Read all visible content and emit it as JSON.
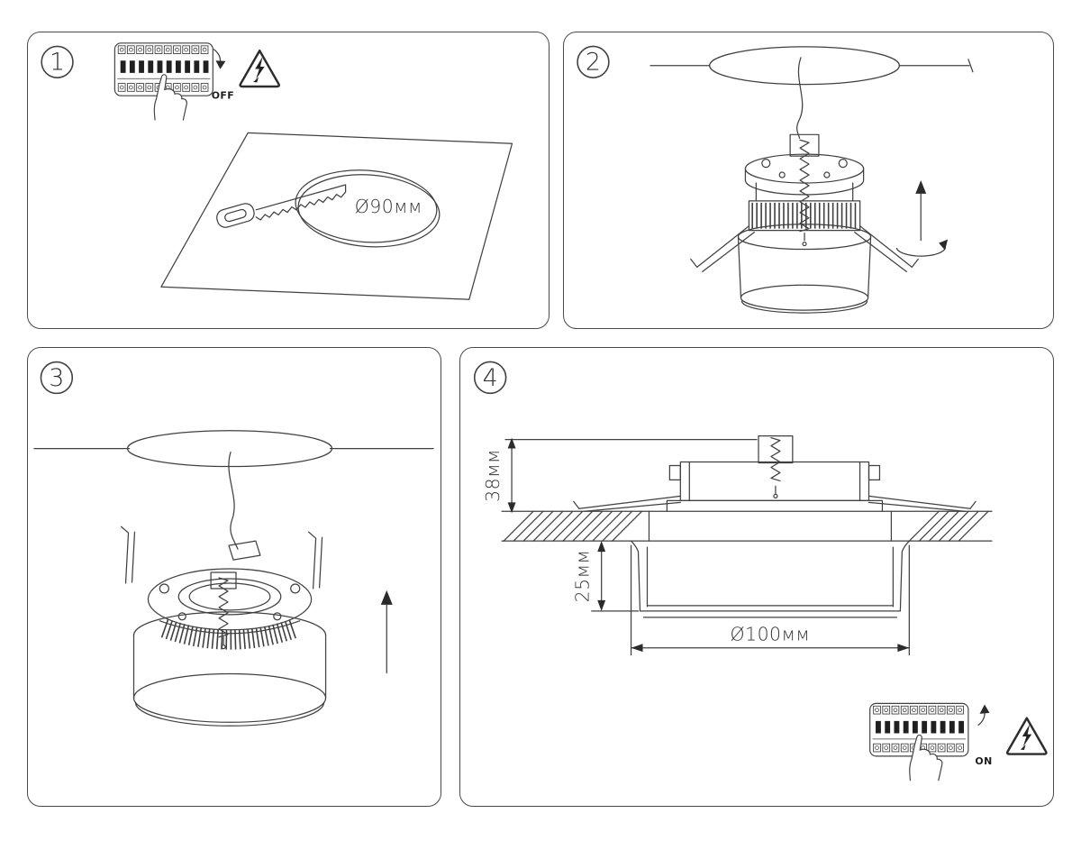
{
  "sheet": {
    "stroke_color": "#414141",
    "text_color": "#333333",
    "background": "#ffffff"
  },
  "steps": [
    {
      "number": "1",
      "power_label": "OFF",
      "hole_diameter_label": "Ø90мм"
    },
    {
      "number": "2"
    },
    {
      "number": "3"
    },
    {
      "number": "4",
      "power_label": "ON",
      "dim_depth_above": "38мм",
      "dim_depth_below": "25мм",
      "dim_diameter": "Ø100мм"
    }
  ]
}
